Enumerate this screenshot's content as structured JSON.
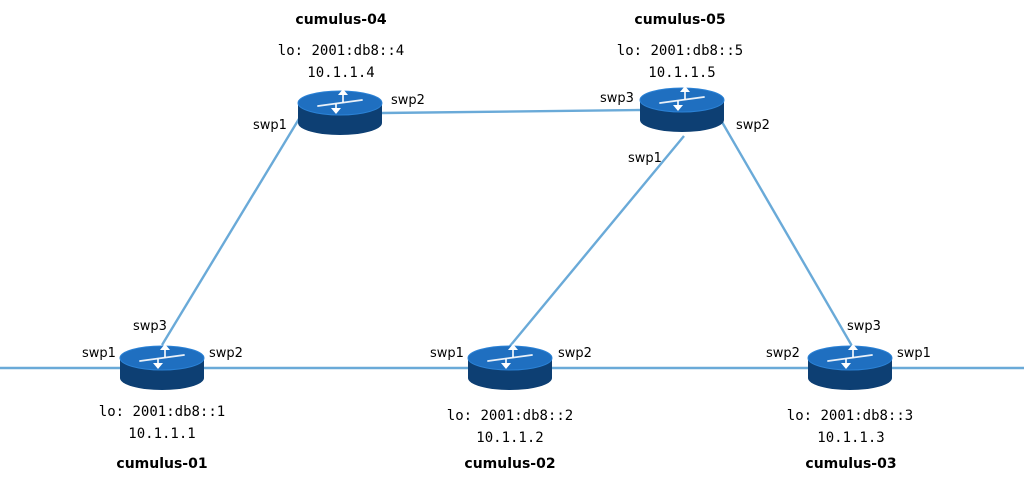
{
  "routers": [
    {
      "id": "r1",
      "name": "cumulus-01",
      "lo": "lo: 2001:db8::1",
      "ip": "10.1.1.1"
    },
    {
      "id": "r2",
      "name": "cumulus-02",
      "lo": "lo: 2001:db8::2",
      "ip": "10.1.1.2"
    },
    {
      "id": "r3",
      "name": "cumulus-03",
      "lo": "lo: 2001:db8::3",
      "ip": "10.1.1.3"
    },
    {
      "id": "r4",
      "name": "cumulus-04",
      "lo": "lo: 2001:db8::4",
      "ip": "10.1.1.4"
    },
    {
      "id": "r5",
      "name": "cumulus-05",
      "lo": "lo: 2001:db8::5",
      "ip": "10.1.1.5"
    }
  ],
  "ports": {
    "r1": {
      "swp1": "swp1",
      "swp2": "swp2",
      "swp3": "swp3"
    },
    "r2": {
      "swp1": "swp1",
      "swp2": "swp2"
    },
    "r3": {
      "swp1": "swp1",
      "swp2": "swp2",
      "swp3": "swp3"
    },
    "r4": {
      "swp1": "swp1",
      "swp2": "swp2"
    },
    "r5": {
      "swp1": "swp1",
      "swp2": "swp2",
      "swp3": "swp3"
    }
  },
  "colors": {
    "link": "#6aaad8",
    "router_top": "#1f6fc0",
    "router_body": "#0d3f73",
    "router_side": "#0a3563",
    "arrow": "#ffffff"
  },
  "icons": {
    "router": "router-icon"
  }
}
